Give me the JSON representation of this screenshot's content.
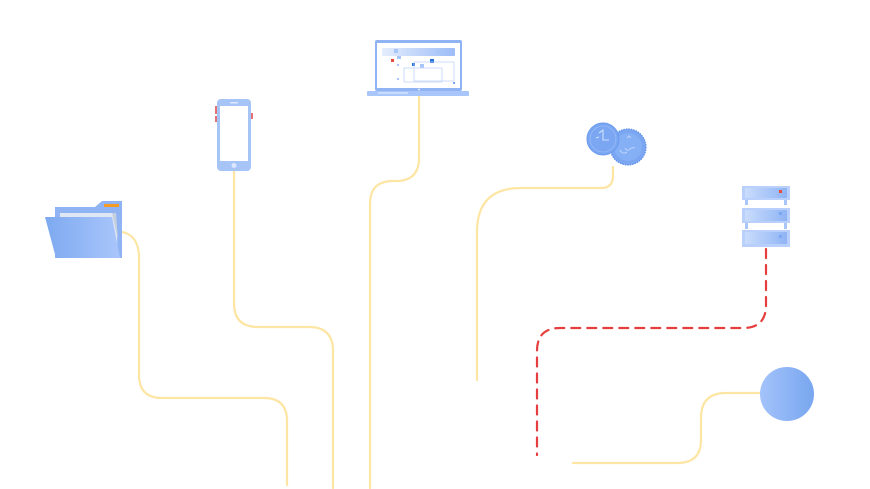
{
  "diagram": {
    "title": "",
    "nodes": [
      {
        "id": "folder",
        "icon": "folder-icon",
        "label": ""
      },
      {
        "id": "phone",
        "icon": "smartphone-icon",
        "label": ""
      },
      {
        "id": "laptop",
        "icon": "laptop-icon",
        "label": ""
      },
      {
        "id": "coins",
        "icon": "coins-icon",
        "label": ""
      },
      {
        "id": "server",
        "icon": "server-icon",
        "label": ""
      },
      {
        "id": "circle",
        "icon": "circle-node-icon",
        "label": ""
      }
    ],
    "connections": [
      {
        "from": "folder",
        "style": "solid"
      },
      {
        "from": "phone",
        "style": "solid"
      },
      {
        "from": "laptop",
        "style": "solid"
      },
      {
        "from": "coins",
        "style": "solid"
      },
      {
        "from": "circle",
        "style": "solid"
      },
      {
        "from": "server",
        "style": "dashed"
      }
    ]
  },
  "colors": {
    "line": "#fde5a3",
    "dashed_line": "#e53e3e",
    "icon_blue": "#7aa6f2",
    "icon_light": "#a9c6fa",
    "accent_orange": "#f59a23",
    "accent_red": "#e74c3c"
  }
}
